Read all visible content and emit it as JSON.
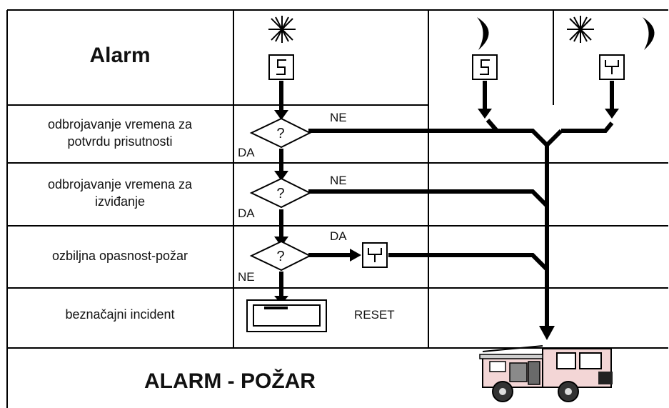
{
  "header": {
    "title": "Alarm"
  },
  "rows": [
    {
      "line1": "odbrojavanje vremena za",
      "line2": "potvrdu prisutnosti"
    },
    {
      "line1": "odbrojavanje vremena za",
      "line2": "izviđanje"
    },
    {
      "line1": "ozbiljna opasnost-požar",
      "line2": ""
    },
    {
      "line1": "beznačajni incident",
      "line2": ""
    }
  ],
  "decisions": [
    {
      "symbol": "?",
      "yes_label": "DA",
      "no_label": "NE"
    },
    {
      "symbol": "?",
      "yes_label": "DA",
      "no_label": "NE"
    },
    {
      "symbol": "?",
      "yes_label": "DA",
      "no_label": "NE"
    }
  ],
  "reset_label": "RESET",
  "footer": {
    "title": "ALARM - POŽAR"
  },
  "icons": {
    "day": "sun-icon",
    "night": "moon-icon",
    "partial_arm": "partial-arm-icon",
    "full_arm": "full-arm-icon",
    "fire_truck": "fire-truck-icon"
  }
}
